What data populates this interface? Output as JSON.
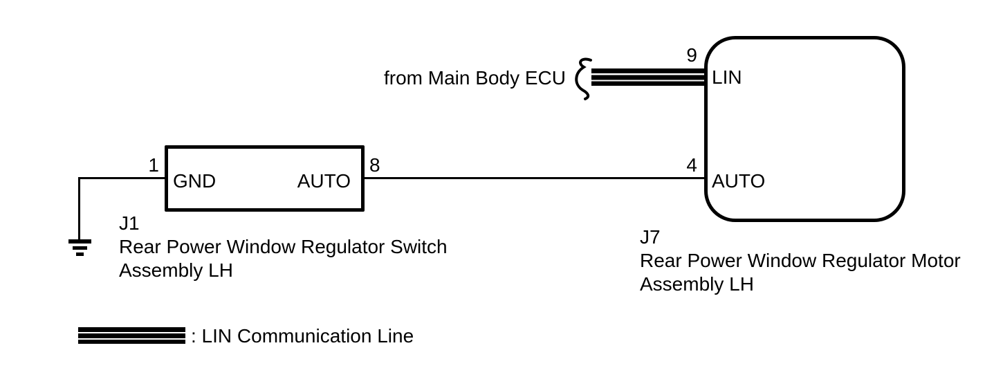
{
  "external_source": {
    "label": "from Main Body ECU"
  },
  "switch_assembly": {
    "connector_id": "J1",
    "name_line1": "Rear Power Window Regulator Switch",
    "name_line2": "Assembly LH",
    "pin_gnd": {
      "number": "1",
      "label": "GND"
    },
    "pin_auto": {
      "number": "8",
      "label": "AUTO"
    }
  },
  "motor_assembly": {
    "connector_id": "J7",
    "name_line1": "Rear Power Window Regulator Motor",
    "name_line2": "Assembly LH",
    "pin_lin": {
      "number": "9",
      "label": "LIN"
    },
    "pin_auto": {
      "number": "4",
      "label": "AUTO"
    }
  },
  "legend": {
    "label": ": LIN Communication Line",
    "line_type": "lin-communication-line"
  },
  "colors": {
    "line": "#000000",
    "background": "#ffffff"
  }
}
